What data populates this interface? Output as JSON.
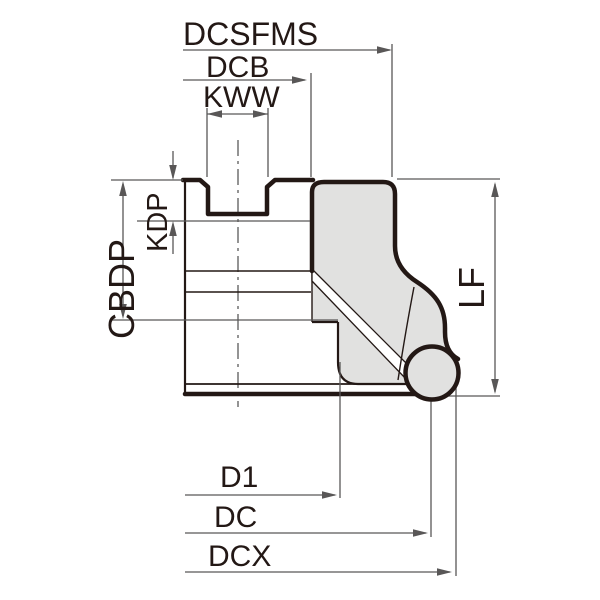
{
  "drawing": {
    "kind": "technical dimension drawing of a face milling cutter cross-section with round insert",
    "dimension_labels": {
      "dcsfms": "DCSFMS",
      "dcb": "DCB",
      "kww": "KWW",
      "kdp": "KDP",
      "cbdp": "CBDP",
      "lf": "LF",
      "d1": "D1",
      "dc": "DC",
      "dcx": "DCX"
    },
    "colors": {
      "outline": "#231815",
      "dimension": "#595757",
      "centerline": "#4d4d4d",
      "body_fill": "#e1e1e0",
      "background": "#ffffff"
    }
  }
}
